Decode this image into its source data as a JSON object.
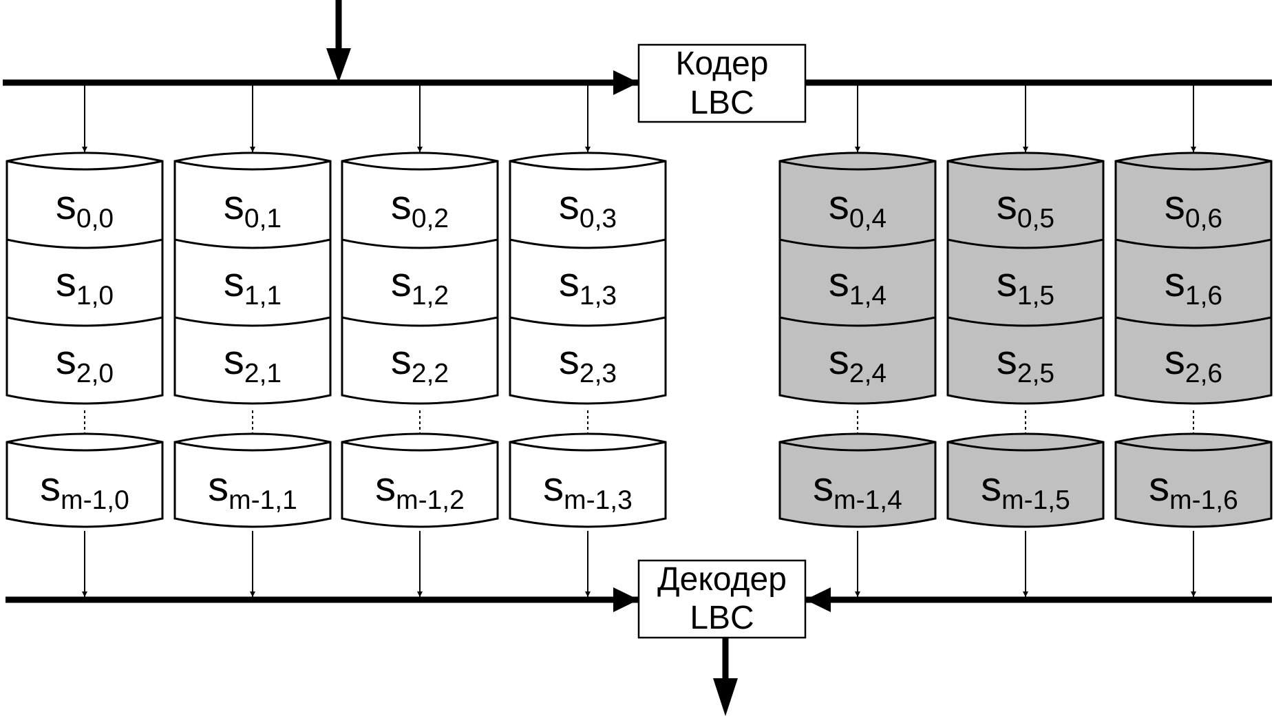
{
  "encoder": {
    "line1": "Кодер",
    "line2": "LBC"
  },
  "decoder": {
    "line1": "Декодер",
    "line2": "LBC"
  },
  "colors": {
    "data_disk": "#ffffff",
    "parity_disk": "#c0c0c0",
    "stroke": "#000000"
  },
  "disks": [
    {
      "type": "data",
      "cells": [
        {
          "main": "s",
          "sub": "0,0"
        },
        {
          "main": "s",
          "sub": "1,0"
        },
        {
          "main": "s",
          "sub": "2,0"
        },
        {
          "main": "s",
          "sub": "m-1,0"
        }
      ]
    },
    {
      "type": "data",
      "cells": [
        {
          "main": "s",
          "sub": "0,1"
        },
        {
          "main": "s",
          "sub": "1,1"
        },
        {
          "main": "s",
          "sub": "2,1"
        },
        {
          "main": "s",
          "sub": "m-1,1"
        }
      ]
    },
    {
      "type": "data",
      "cells": [
        {
          "main": "s",
          "sub": "0,2"
        },
        {
          "main": "s",
          "sub": "1,2"
        },
        {
          "main": "s",
          "sub": "2,2"
        },
        {
          "main": "s",
          "sub": "m-1,2"
        }
      ]
    },
    {
      "type": "data",
      "cells": [
        {
          "main": "s",
          "sub": "0,3"
        },
        {
          "main": "s",
          "sub": "1,3"
        },
        {
          "main": "s",
          "sub": "2,3"
        },
        {
          "main": "s",
          "sub": "m-1,3"
        }
      ]
    },
    {
      "type": "parity",
      "cells": [
        {
          "main": "s",
          "sub": "0,4"
        },
        {
          "main": "s",
          "sub": "1,4"
        },
        {
          "main": "s",
          "sub": "2,4"
        },
        {
          "main": "s",
          "sub": "m-1,4"
        }
      ]
    },
    {
      "type": "parity",
      "cells": [
        {
          "main": "s",
          "sub": "0,5"
        },
        {
          "main": "s",
          "sub": "1,5"
        },
        {
          "main": "s",
          "sub": "2,5"
        },
        {
          "main": "s",
          "sub": "m-1,5"
        }
      ]
    },
    {
      "type": "parity",
      "cells": [
        {
          "main": "s",
          "sub": "0,6"
        },
        {
          "main": "s",
          "sub": "1,6"
        },
        {
          "main": "s",
          "sub": "2,6"
        },
        {
          "main": "s",
          "sub": "m-1,6"
        }
      ]
    }
  ]
}
